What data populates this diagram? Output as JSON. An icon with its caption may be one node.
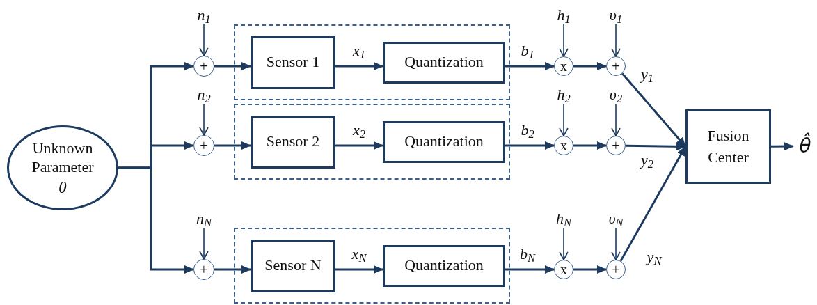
{
  "diagram": {
    "nodes": [
      {
        "text": [
          "Unknown Parameter",
          "θ"
        ]
      },
      {
        "text": [
          "n$_{1}$"
        ]
      },
      {
        "text": [
          "+"
        ]
      },
      {
        "text": [],
        "shape": "box"
      },
      {
        "text": [
          "Sensor 1"
        ],
        "in": 3
      },
      {
        "text": [
          "Quantization"
        ],
        "in": 3
      },
      {
        "text": [
          "h$_{1}$"
        ]
      },
      {
        "text": [
          "x"
        ]
      },
      {
        "text": [
          "υ$_{1}$"
        ]
      },
      {
        "text": [
          "+"
        ]
      },
      {
        "text": [
          "n$_{2}$"
        ]
      },
      {
        "text": [
          "+"
        ]
      },
      {
        "text": [],
        "shape": "box"
      },
      {
        "text": [
          "Sensor 2"
        ],
        "in": 12
      },
      {
        "text": [
          "Quantization"
        ],
        "in": 12
      },
      {
        "text": [
          "h$_{2}$"
        ]
      },
      {
        "text": [
          "x"
        ]
      },
      {
        "text": [
          "υ$_{2}$"
        ]
      },
      {
        "text": [
          "+"
        ]
      },
      {
        "text": [
          "n$_{N}$"
        ]
      },
      {
        "text": [
          "+"
        ]
      },
      {
        "text": [],
        "shape": "box"
      },
      {
        "text": [
          "Sensor N"
        ],
        "in": 21
      },
      {
        "text": [
          "Quantization"
        ],
        "in": 21
      },
      {
        "text": [
          "h$_{N}$"
        ]
      },
      {
        "text": [
          "x"
        ]
      },
      {
        "text": [
          "υ$_{N}$"
        ]
      },
      {
        "text": [
          "+"
        ]
      },
      {
        "text": [
          "Fusion Center"
        ]
      },
      {
        "text": [
          "θ̂"
        ]
      }
    ],
    "edges": [
      {
        "from": 0,
        "to": 2,
        "arrow": "to"
      },
      {
        "from": 1,
        "to": 2,
        "arrow": "to"
      },
      {
        "from": 2,
        "to": 4,
        "arrow": "to"
      },
      {
        "from": 4,
        "to": 5,
        "arrow": "to",
        "label": "x$_{1}$"
      },
      {
        "from": 5,
        "to": 7,
        "arrow": "to",
        "label": "b$_{1}$"
      },
      {
        "from": 6,
        "to": 7,
        "arrow": "to"
      },
      {
        "from": 7,
        "to": 9,
        "arrow": "to"
      },
      {
        "from": 8,
        "to": 9,
        "arrow": "to"
      },
      {
        "from": 9,
        "to": 28,
        "arrow": "to",
        "label": "y$_{1}$"
      },
      {
        "from": 0,
        "to": 11,
        "arrow": "to"
      },
      {
        "from": 10,
        "to": 11,
        "arrow": "to"
      },
      {
        "from": 11,
        "to": 13,
        "arrow": "to"
      },
      {
        "from": 13,
        "to": 14,
        "arrow": "to",
        "label": "x$_{2}$"
      },
      {
        "from": 14,
        "to": 16,
        "arrow": "to",
        "label": "b$_{2}$"
      },
      {
        "from": 15,
        "to": 16,
        "arrow": "to"
      },
      {
        "from": 16,
        "to": 18,
        "arrow": "to"
      },
      {
        "from": 17,
        "to": 18,
        "arrow": "to"
      },
      {
        "from": 18,
        "to": 28,
        "arrow": "to",
        "label": "y$_{2}$"
      },
      {
        "from": 0,
        "to": 20,
        "arrow": "to"
      },
      {
        "from": 19,
        "to": 20,
        "arrow": "to"
      },
      {
        "from": 20,
        "to": 22,
        "arrow": "to"
      },
      {
        "from": 22,
        "to": 23,
        "arrow": "to",
        "label": "x$_{N}$"
      },
      {
        "from": 23,
        "to": 25,
        "arrow": "to",
        "label": "b$_{N}$"
      },
      {
        "from": 24,
        "to": 25,
        "arrow": "to"
      },
      {
        "from": 25,
        "to": 27,
        "arrow": "to"
      },
      {
        "from": 26,
        "to": 27,
        "arrow": "to"
      },
      {
        "from": 27,
        "to": 28,
        "arrow": "to",
        "label": "y$_{N}$"
      },
      {
        "from": 28,
        "to": 29,
        "arrow": "to"
      }
    ]
  }
}
